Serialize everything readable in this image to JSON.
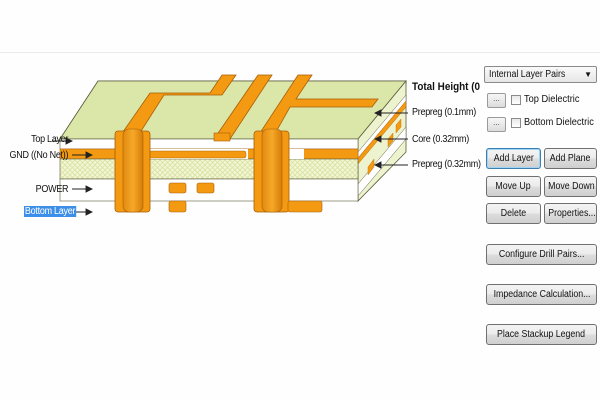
{
  "diagram": {
    "title": "Total Height (0",
    "left_labels": [
      {
        "text": "Top Layer",
        "selected": false
      },
      {
        "text": "GND ((No Net))",
        "selected": false
      },
      {
        "text": "POWER",
        "selected": false
      },
      {
        "text": "Bottom Layer",
        "selected": true
      }
    ],
    "right_labels": [
      "Prepreg (0.1mm)",
      "Core (0.32mm)",
      "Prepreg (0.32mm)"
    ],
    "colors": {
      "copper": "#f39a12",
      "copper_dark": "#c46f05",
      "board_top": "#dbe7a9",
      "prepreg_fill": "#ffffff",
      "core_fill": "#eef2c8",
      "outline": "#5a5a3a",
      "selection": "#3d8ee8"
    }
  },
  "panel": {
    "dropdown": {
      "value": "Internal Layer Pairs",
      "icon": "chevron-down-icon"
    },
    "dielectric": [
      {
        "button": "...",
        "label": "Top Dielectric",
        "checked": false
      },
      {
        "button": "...",
        "label": "Bottom Dielectric",
        "checked": false
      }
    ],
    "buttons": {
      "add_layer": "Add Layer",
      "add_plane": "Add Plane",
      "move_up": "Move Up",
      "move_down": "Move Down",
      "delete": "Delete",
      "properties": "Properties...",
      "configure_drill_pairs": "Configure Drill Pairs...",
      "impedance_calculation": "Impedance Calculation...",
      "place_stackup_legend": "Place Stackup Legend"
    }
  }
}
